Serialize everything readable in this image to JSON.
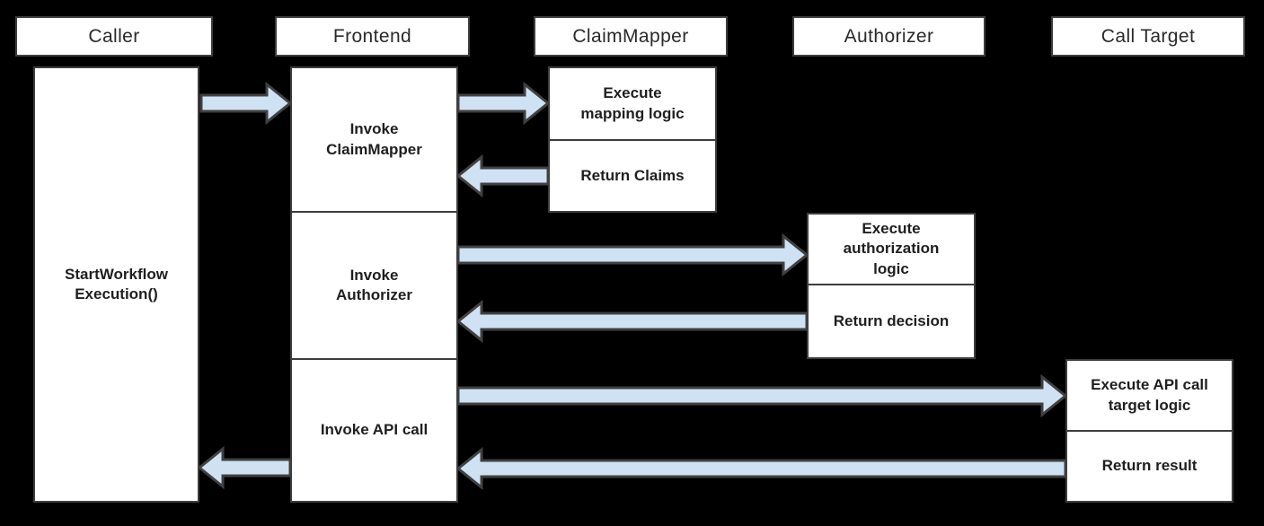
{
  "diagram_type": "sequence-diagram",
  "colors": {
    "background": "#000000",
    "box_fill": "#ffffff",
    "box_border": "#3d3d3d",
    "arrow_fill": "#cfe2f3",
    "arrow_stroke": "#404040",
    "text": "#1f1f1f"
  },
  "lifelines": [
    {
      "id": "caller",
      "label": "Caller"
    },
    {
      "id": "frontend",
      "label": "Frontend"
    },
    {
      "id": "claimmapper",
      "label": "ClaimMapper"
    },
    {
      "id": "authorizer",
      "label": "Authorizer"
    },
    {
      "id": "calltarget",
      "label": "Call Target"
    }
  ],
  "activations": {
    "caller": "StartWorkflow\nExecution()",
    "frontend": [
      "Invoke\nClaimMapper",
      "Invoke\nAuthorizer",
      "Invoke API call"
    ],
    "claimmapper": [
      "Execute\nmapping logic",
      "Return Claims"
    ],
    "authorizer": [
      "Execute\nauthorization\nlogic",
      "Return decision"
    ],
    "calltarget": [
      "Execute API call\ntarget logic",
      "Return result"
    ]
  },
  "flows": [
    {
      "from": "Caller",
      "to": "Frontend",
      "direction": "right"
    },
    {
      "from": "Frontend",
      "to": "ClaimMapper",
      "direction": "right"
    },
    {
      "from": "ClaimMapper",
      "to": "Frontend",
      "direction": "left"
    },
    {
      "from": "Frontend",
      "to": "Authorizer",
      "direction": "right"
    },
    {
      "from": "Authorizer",
      "to": "Frontend",
      "direction": "left"
    },
    {
      "from": "Frontend",
      "to": "Call Target",
      "direction": "right"
    },
    {
      "from": "Call Target",
      "to": "Frontend",
      "direction": "left"
    },
    {
      "from": "Frontend",
      "to": "Caller",
      "direction": "left"
    }
  ]
}
